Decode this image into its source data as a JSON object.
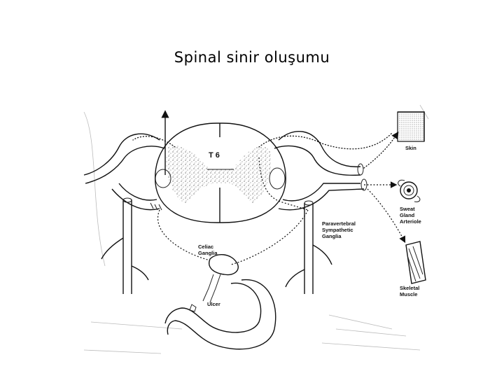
{
  "slide": {
    "title": "Spinal sinir oluşumu"
  },
  "diagram": {
    "segment_label": "T 6",
    "labels": {
      "skin": "Skin",
      "sweat": "Sweat",
      "gland": "Gland",
      "arteriole": "Arteriole",
      "paravertebral": "Paravertebral",
      "sympathetic": "Sympathetic",
      "ganglia": "Ganglia",
      "celiac": "Celiac",
      "celiac_ganglia": "Ganglia",
      "ulcer": "Ulcer",
      "skeletal": "Skeletal",
      "muscle": "Muscle"
    }
  }
}
